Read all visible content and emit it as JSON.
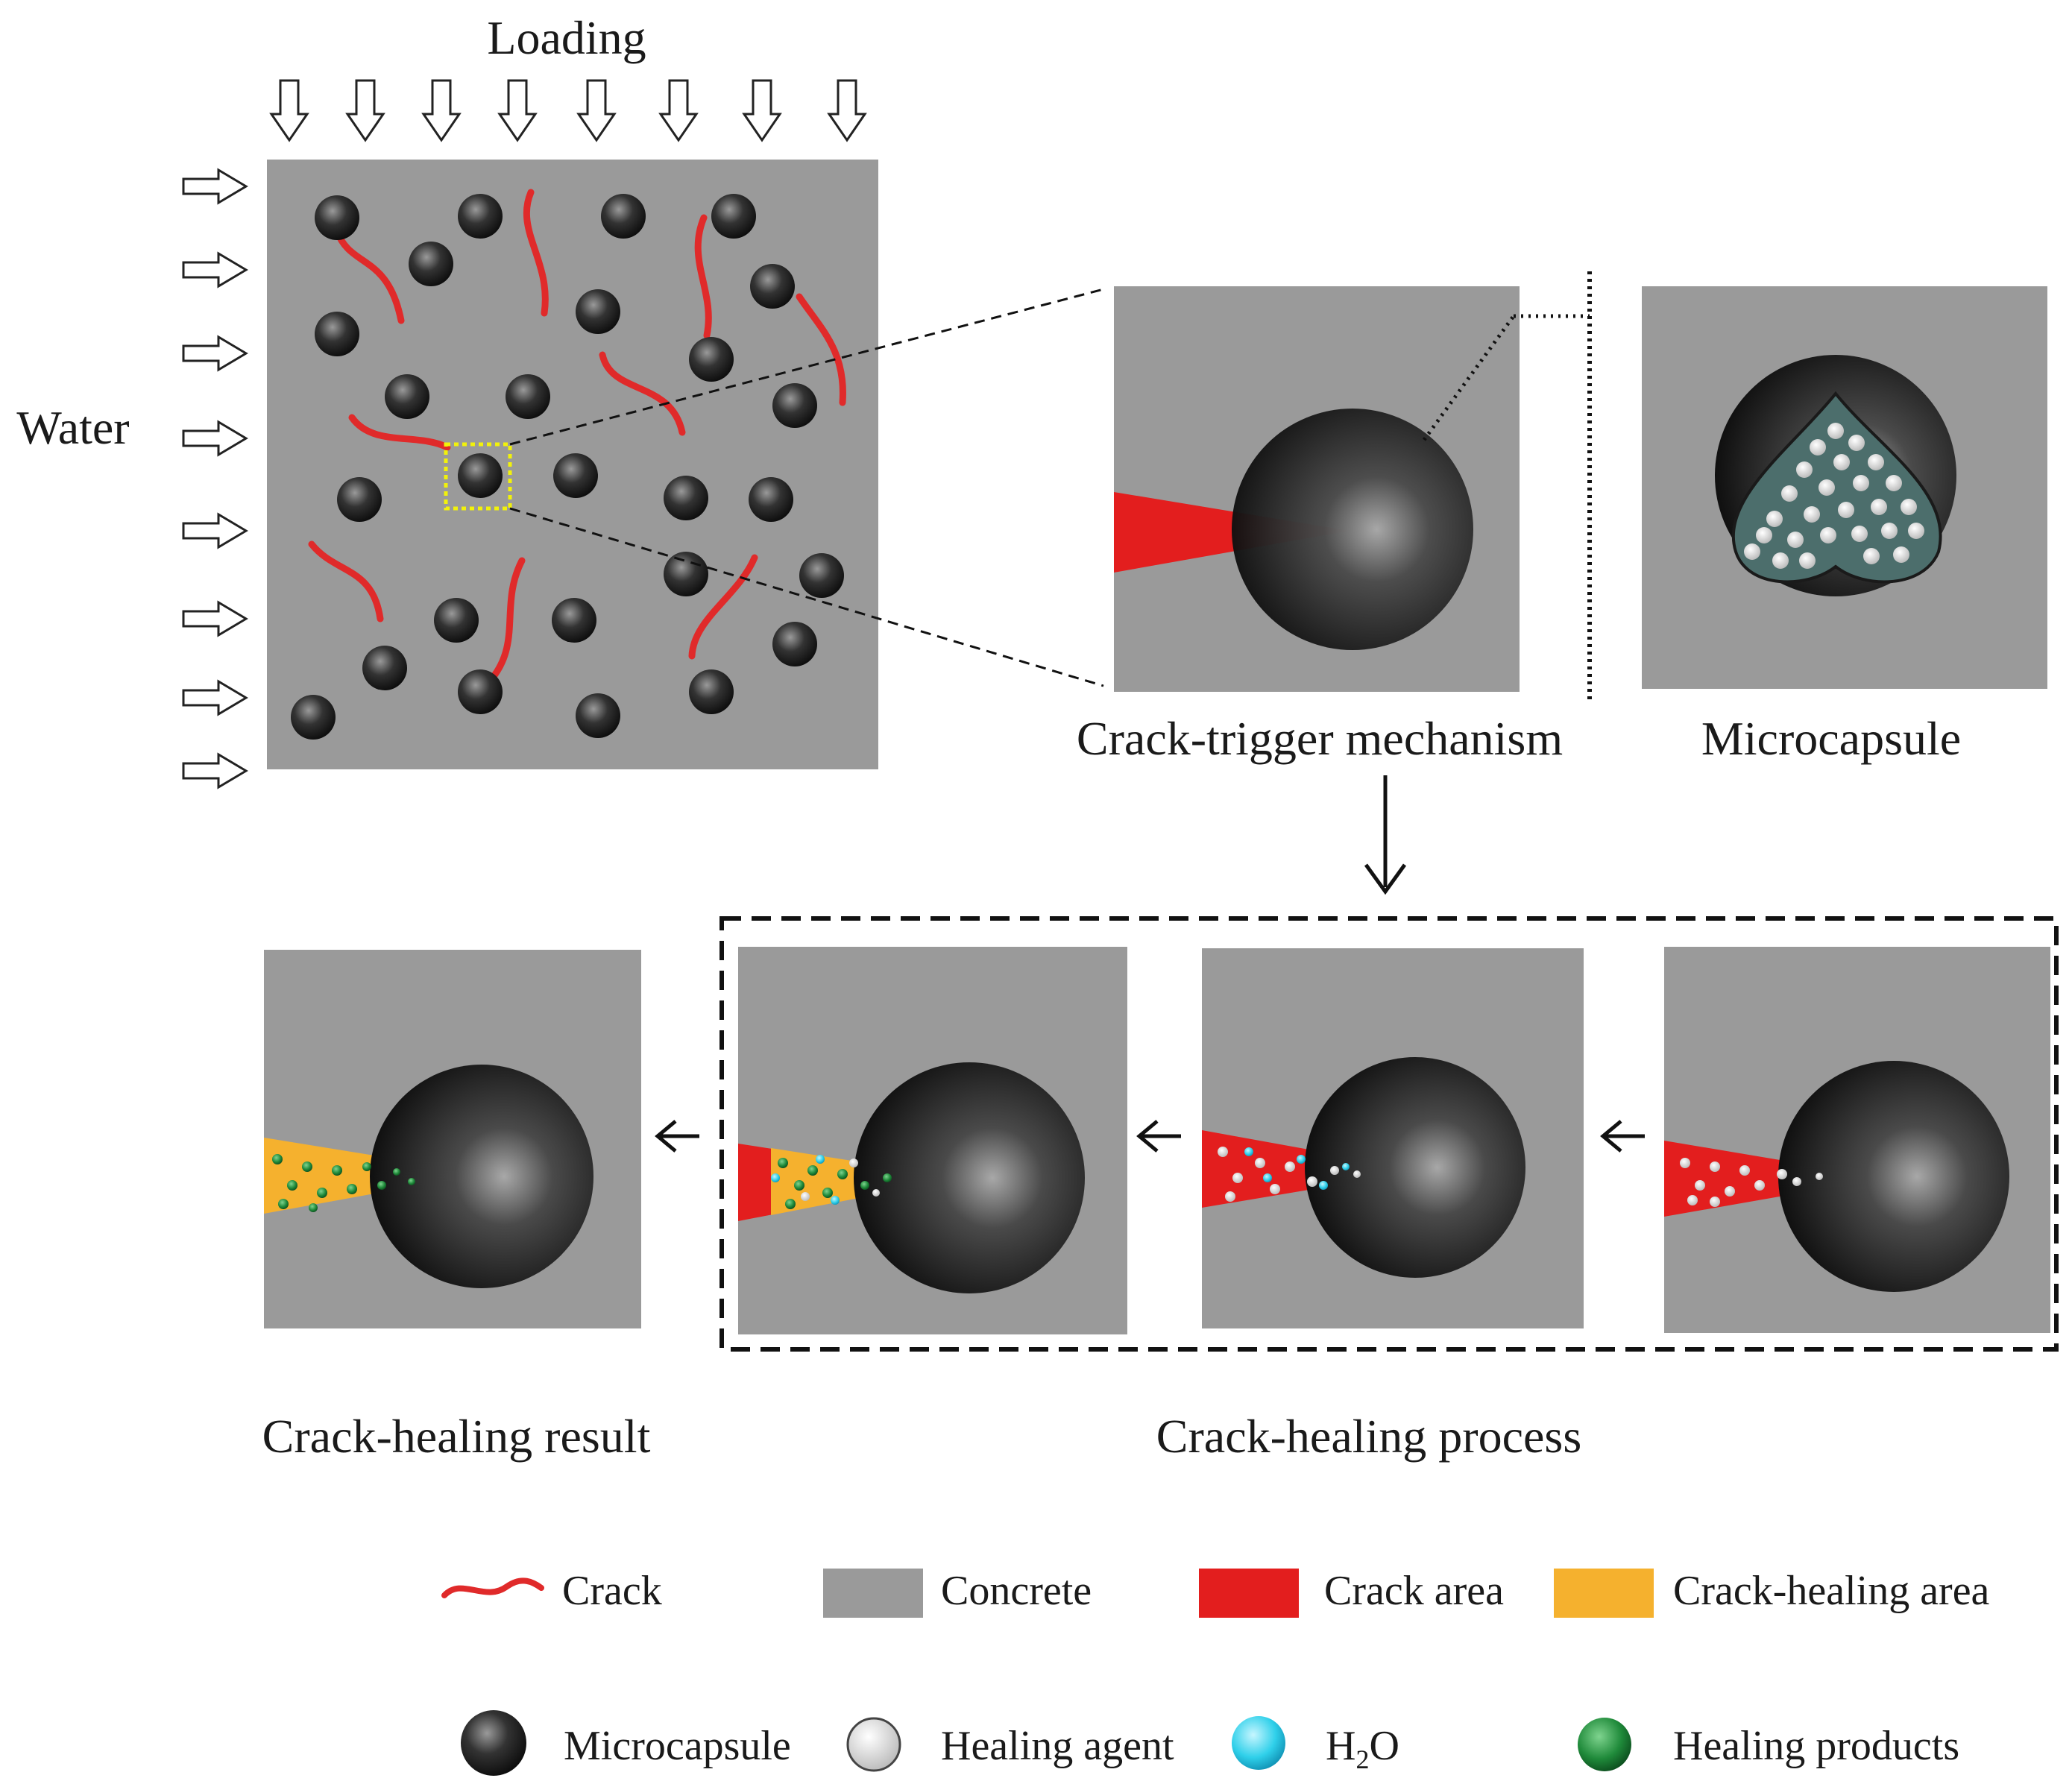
{
  "labels": {
    "loading": "Loading",
    "water": "Water",
    "crack_trigger": "Crack-trigger mechanism",
    "microcapsule_title": "Microcapsule",
    "healing_process": "Crack-healing process",
    "healing_result": "Crack-healing result"
  },
  "legend": {
    "crack": "Crack",
    "concrete": "Concrete",
    "crack_area": "Crack area",
    "healing_area": "Crack-healing area",
    "microcapsule": "Microcapsule",
    "healing_agent": "Healing agent",
    "water_h": "H",
    "water_sub": "2",
    "water_o": "O",
    "healing_products": "Healing products"
  },
  "colors": {
    "concrete": "#9a9a9a",
    "crack": "#e02a2a",
    "crack_area": "#e31e1e",
    "healing_area": "#f5b12e",
    "water": "#2fd0ea",
    "healing_product": "#1f8a3a",
    "healing_agent": "#e8e8e8",
    "capsule_core": "#4c6e6c"
  },
  "icons": {
    "loading_arrow": "down-hollow-arrow",
    "water_arrow": "right-hollow-arrow",
    "flow_arrow": "left-arrow",
    "process_arrow": "down-arrow"
  }
}
